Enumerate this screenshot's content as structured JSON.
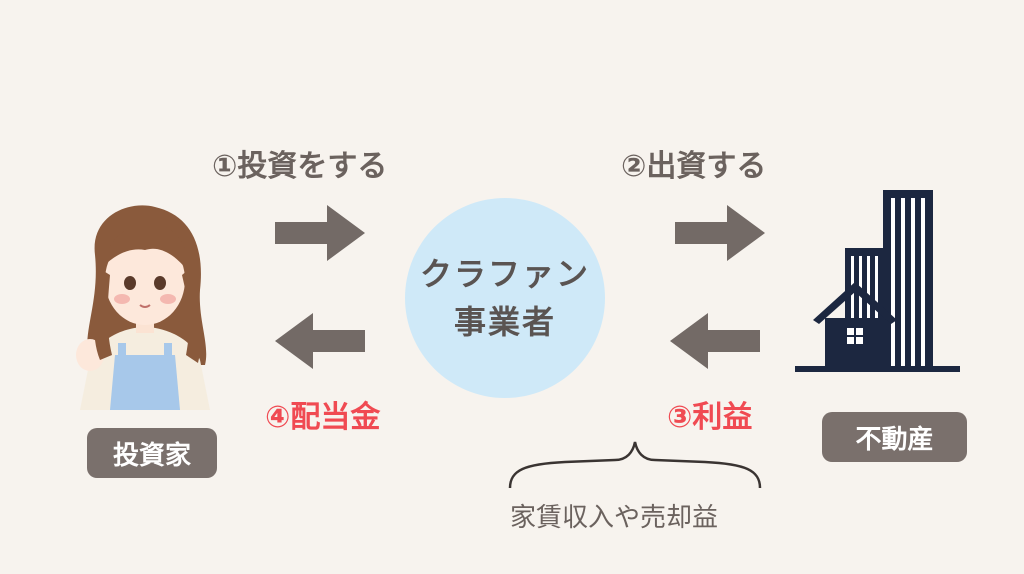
{
  "labels": {
    "step1": "①投資をする",
    "step2": "②出資する",
    "step3": "③利益",
    "step4": "④配当金"
  },
  "hub": {
    "line1": "クラファン",
    "line2": "事業者"
  },
  "nodes": {
    "investor": "投資家",
    "property": "不動産"
  },
  "note": "家賃収入や売却益",
  "colors": {
    "background": "#f7f3ee",
    "arrow": "#736a66",
    "hub": "#cfe9f8",
    "tag": "#7a706c",
    "accent_red": "#f04a52",
    "building": "#1c2740"
  }
}
